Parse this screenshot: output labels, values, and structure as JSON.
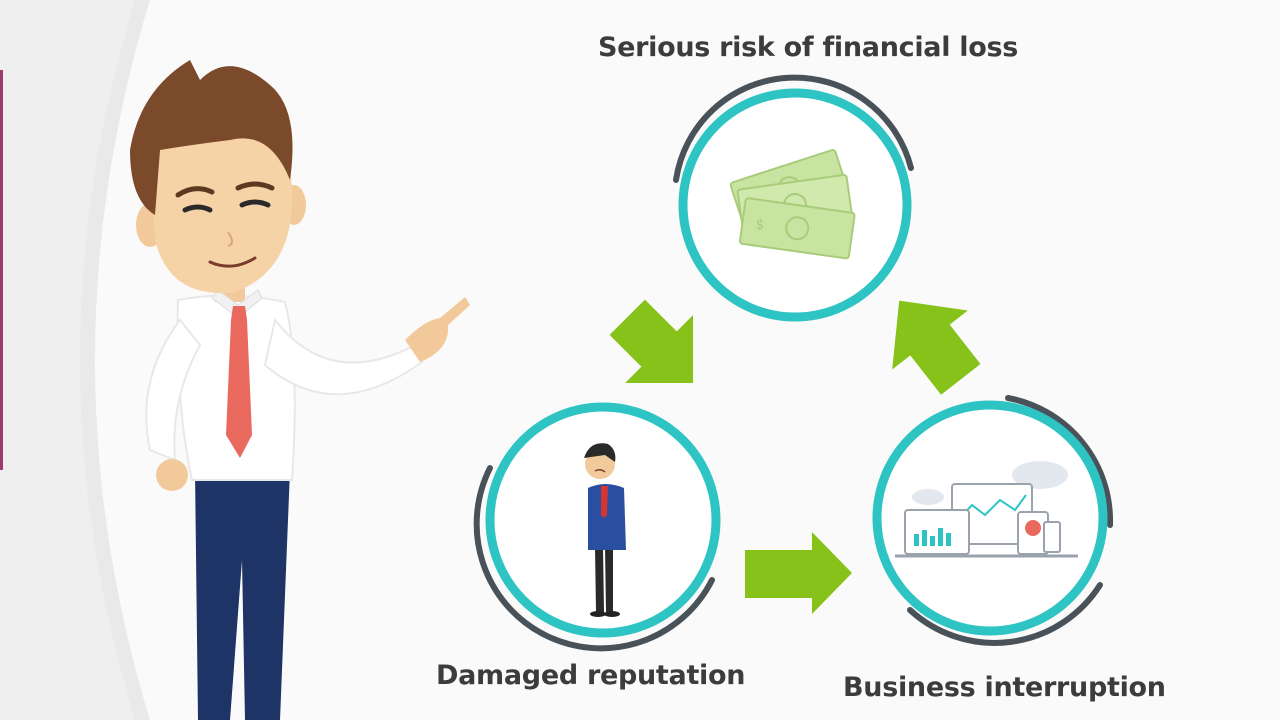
{
  "labels": {
    "top": "Serious risk of financial loss",
    "left": "Damaged reputation",
    "right": "Business interruption"
  },
  "colors": {
    "ring": "#2ec4c4",
    "outer_arc": "#4a5259",
    "arrow": "#86c21a",
    "money": "#c9e3a1",
    "background": "#fafafa"
  },
  "icons": {
    "top": "money-bills-icon",
    "left": "sad-businessman-icon",
    "right": "devices-dashboard-icon",
    "presenter": "presenter-character"
  }
}
